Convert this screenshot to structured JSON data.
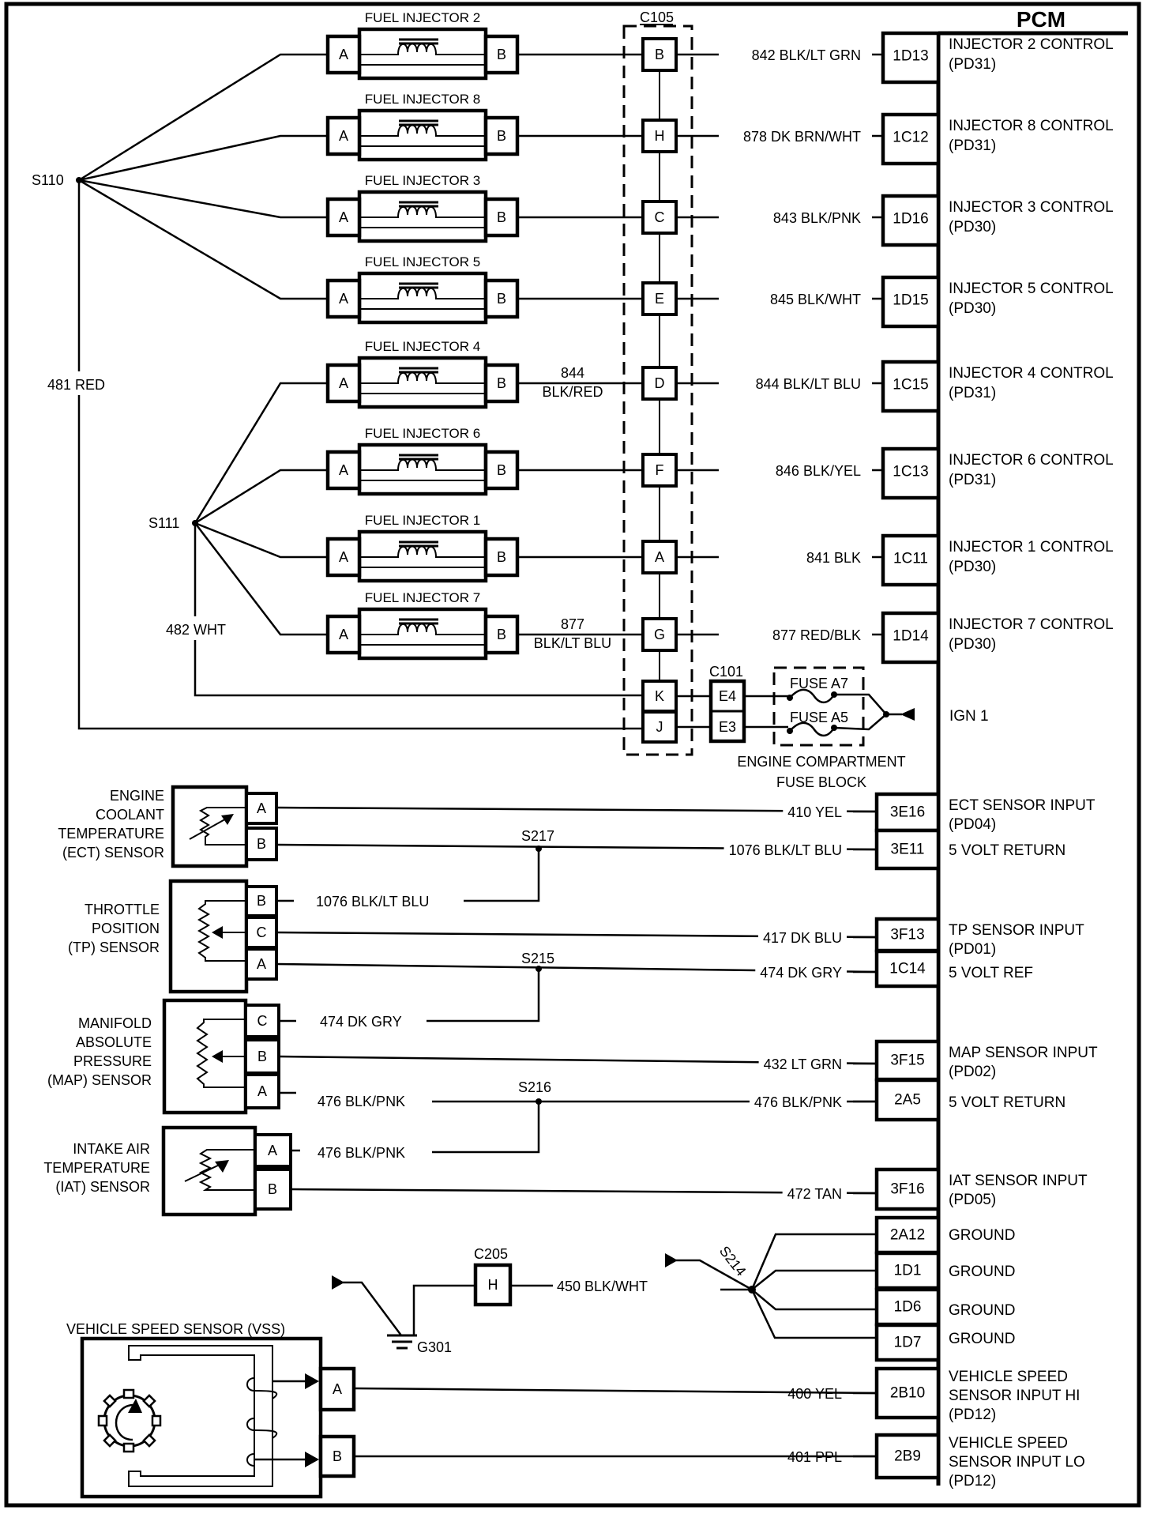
{
  "diagram": {
    "module_name": "PCM",
    "splices": {
      "s110": "S110",
      "s111": "S111",
      "s217": "S217",
      "s215": "S215",
      "s216": "S216",
      "s214": "S214"
    },
    "feed_wires": {
      "red": "481 RED",
      "wht": "482 WHT"
    },
    "connectors": {
      "c105": "C105",
      "c101": "C101",
      "c205": "C205",
      "c205_pin": "H",
      "c101_pins": [
        "E4",
        "E3"
      ],
      "c105_extra_pins": [
        "K",
        "J"
      ]
    },
    "injectors": [
      {
        "title": "FUEL INJECTOR 2",
        "pin_a": "A",
        "pin_b": "B",
        "c105_pin": "B",
        "local_wire": [
          "",
          ""
        ],
        "wire": "842 BLK/LT GRN",
        "pcm_pin": "1D13",
        "func1": "INJECTOR 2 CONTROL",
        "func2": "(PD31)"
      },
      {
        "title": "FUEL INJECTOR 8",
        "pin_a": "A",
        "pin_b": "B",
        "c105_pin": "H",
        "local_wire": [
          "",
          ""
        ],
        "wire": "878 DK BRN/WHT",
        "pcm_pin": "1C12",
        "func1": "INJECTOR 8 CONTROL",
        "func2": "(PD31)"
      },
      {
        "title": "FUEL INJECTOR 3",
        "pin_a": "A",
        "pin_b": "B",
        "c105_pin": "C",
        "local_wire": [
          "",
          ""
        ],
        "wire": "843 BLK/PNK",
        "pcm_pin": "1D16",
        "func1": "INJECTOR 3 CONTROL",
        "func2": "(PD30)"
      },
      {
        "title": "FUEL INJECTOR 5",
        "pin_a": "A",
        "pin_b": "B",
        "c105_pin": "E",
        "local_wire": [
          "",
          ""
        ],
        "wire": "845 BLK/WHT",
        "pcm_pin": "1D15",
        "func1": "INJECTOR 5 CONTROL",
        "func2": "(PD30)"
      },
      {
        "title": "FUEL INJECTOR 4",
        "pin_a": "A",
        "pin_b": "B",
        "c105_pin": "D",
        "local_wire": [
          "844",
          "BLK/RED"
        ],
        "wire": "844 BLK/LT BLU",
        "pcm_pin": "1C15",
        "func1": "INJECTOR 4 CONTROL",
        "func2": "(PD31)"
      },
      {
        "title": "FUEL INJECTOR 6",
        "pin_a": "A",
        "pin_b": "B",
        "c105_pin": "F",
        "local_wire": [
          "",
          ""
        ],
        "wire": "846 BLK/YEL",
        "pcm_pin": "1C13",
        "func1": "INJECTOR 6 CONTROL",
        "func2": "(PD31)"
      },
      {
        "title": "FUEL INJECTOR 1",
        "pin_a": "A",
        "pin_b": "B",
        "c105_pin": "A",
        "local_wire": [
          "",
          ""
        ],
        "wire": "841 BLK",
        "pcm_pin": "1C11",
        "func1": "INJECTOR 1 CONTROL",
        "func2": "(PD30)"
      },
      {
        "title": "FUEL INJECTOR 7",
        "pin_a": "A",
        "pin_b": "B",
        "c105_pin": "G",
        "local_wire": [
          "877",
          "BLK/LT BLU"
        ],
        "wire": "877 RED/BLK",
        "pcm_pin": "1D14",
        "func1": "INJECTOR 7 CONTROL",
        "func2": "(PD30)"
      }
    ],
    "fuse_block": {
      "fuse1": "FUSE A7",
      "fuse2": "FUSE A5",
      "label1": "ENGINE COMPARTMENT",
      "label2": "FUSE BLOCK",
      "ign": "IGN 1"
    },
    "sensors": {
      "ect": {
        "name": [
          "ENGINE",
          "COOLANT",
          "TEMPERATURE",
          "(ECT) SENSOR"
        ],
        "pins": [
          "A",
          "B"
        ]
      },
      "tp": {
        "name": [
          "THROTTLE",
          "POSITION",
          "(TP) SENSOR"
        ],
        "pins": [
          "B",
          "C",
          "A"
        ],
        "local_wire": "1076 BLK/LT BLU"
      },
      "map": {
        "name": [
          "MANIFOLD",
          "ABSOLUTE",
          "PRESSURE",
          "(MAP) SENSOR"
        ],
        "pins": [
          "C",
          "B",
          "A"
        ],
        "local_wire_c": "474 DK GRY",
        "local_wire_a": "476 BLK/PNK"
      },
      "iat": {
        "name": [
          "INTAKE AIR",
          "TEMPERATURE",
          "(IAT) SENSOR"
        ],
        "pins": [
          "A",
          "B"
        ],
        "local_wire_a": "476 BLK/PNK"
      },
      "vss": {
        "name": "VEHICLE SPEED SENSOR (VSS)",
        "pins": [
          "A",
          "B"
        ]
      }
    },
    "pcm_circuits": [
      {
        "wire": "410 YEL",
        "pin": "3E16",
        "func": [
          "ECT SENSOR INPUT",
          "(PD04)"
        ]
      },
      {
        "wire": "1076 BLK/LT BLU",
        "pin": "3E11",
        "func": [
          "5 VOLT RETURN"
        ]
      },
      {
        "wire": "417 DK BLU",
        "pin": "3F13",
        "func": [
          "TP SENSOR INPUT",
          "(PD01)"
        ]
      },
      {
        "wire": "474 DK GRY",
        "pin": "1C14",
        "func": [
          "5 VOLT REF"
        ]
      },
      {
        "wire": "432 LT GRN",
        "pin": "3F15",
        "func": [
          "MAP SENSOR INPUT",
          "(PD02)"
        ]
      },
      {
        "wire": "476 BLK/PNK",
        "pin": "2A5",
        "func": [
          "5 VOLT RETURN"
        ]
      },
      {
        "wire": "472 TAN",
        "pin": "3F16",
        "func": [
          "IAT SENSOR INPUT",
          "(PD05)"
        ]
      },
      {
        "wire": "",
        "pin": "2A12",
        "func": [
          "GROUND"
        ]
      },
      {
        "wire": "",
        "pin": "1D1",
        "func": [
          "GROUND"
        ]
      },
      {
        "wire": "",
        "pin": "1D6",
        "func": [
          "GROUND"
        ]
      },
      {
        "wire": "",
        "pin": "1D7",
        "func": [
          "GROUND"
        ]
      },
      {
        "wire": "400 YEL",
        "pin": "2B10",
        "func": [
          "VEHICLE SPEED",
          "SENSOR INPUT HI",
          "(PD12)"
        ]
      },
      {
        "wire": "401 PPL",
        "pin": "2B9",
        "func": [
          "VEHICLE SPEED",
          "SENSOR INPUT LO",
          "(PD12)"
        ]
      }
    ],
    "ground": {
      "wire": "450 BLK/WHT",
      "ground_id": "G301"
    }
  }
}
